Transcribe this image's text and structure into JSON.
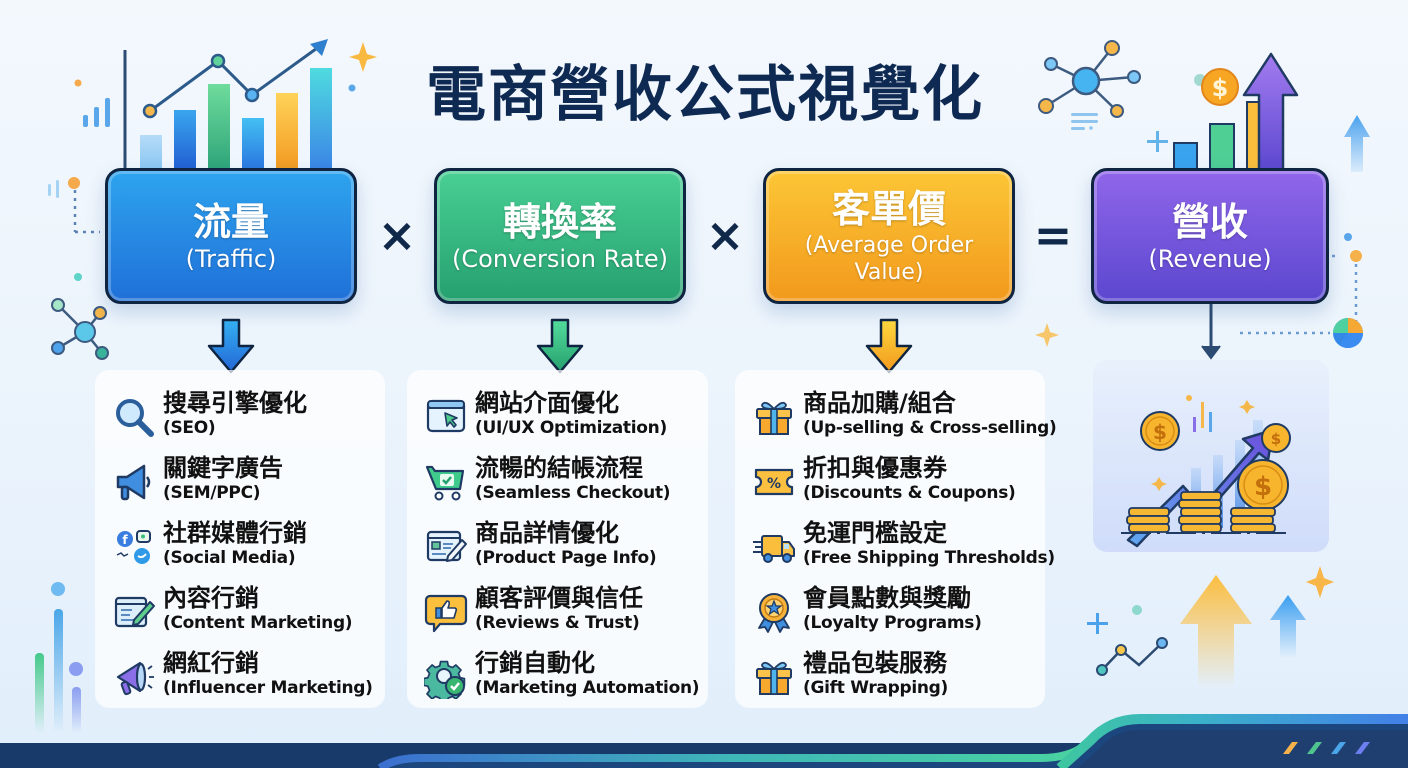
{
  "title": "電商營收公式視覺化",
  "formula": {
    "traffic": {
      "zh": "流量",
      "en": "(Traffic)",
      "color": "#1f70d8"
    },
    "op1": "×",
    "conversion": {
      "zh": "轉換率",
      "en": "(Conversion Rate)",
      "color": "#25a06f"
    },
    "op2": "×",
    "aov": {
      "zh": "客單價",
      "en_line1": "(Average Order",
      "en_line2": "Value)",
      "color": "#f2991c"
    },
    "op3": "=",
    "revenue": {
      "zh": "營收",
      "en": "(Revenue)",
      "color": "#5b47cf"
    }
  },
  "lists": {
    "traffic": [
      {
        "zh": "搜尋引擎優化",
        "en": "(SEO)",
        "icon": "magnifier-icon"
      },
      {
        "zh": "關鍵字廣告",
        "en": "(SEM/PPC)",
        "icon": "megaphone-icon"
      },
      {
        "zh": "社群媒體行銷",
        "en": "(Social Media)",
        "icon": "social-network-icon"
      },
      {
        "zh": "內容行銷",
        "en": "(Content Marketing)",
        "icon": "document-pencil-icon"
      },
      {
        "zh": "網紅行銷",
        "en": "(Influencer Marketing)",
        "icon": "megaphone-purple-icon"
      }
    ],
    "conversion": [
      {
        "zh": "網站介面優化",
        "en": "(UI/UX Optimization)",
        "icon": "browser-cursor-icon"
      },
      {
        "zh": "流暢的結帳流程",
        "en": "(Seamless Checkout)",
        "icon": "cart-check-icon"
      },
      {
        "zh": "商品詳情優化",
        "en": "(Product Page Info)",
        "icon": "page-edit-icon"
      },
      {
        "zh": "顧客評價與信任",
        "en": "(Reviews & Trust)",
        "icon": "thumbs-up-bubble-icon"
      },
      {
        "zh": "行銷自動化",
        "en": "(Marketing Automation)",
        "icon": "gear-check-icon"
      }
    ],
    "aov": [
      {
        "zh": "商品加購/組合",
        "en": "(Up-selling & Cross-selling)",
        "icon": "gift-icon"
      },
      {
        "zh": "折扣與優惠券",
        "en": "(Discounts & Coupons)",
        "icon": "coupon-percent-icon"
      },
      {
        "zh": "免運門檻設定",
        "en": "(Free Shipping Thresholds)",
        "icon": "delivery-truck-icon"
      },
      {
        "zh": "會員點數與獎勵",
        "en": "(Loyalty Programs)",
        "icon": "award-medal-icon"
      },
      {
        "zh": "禮品包裝服務",
        "en": "(Gift Wrapping)",
        "icon": "gift-icon"
      }
    ]
  },
  "colors": {
    "title": "#0f2a52",
    "blue": "#1f70d8",
    "green": "#25a06f",
    "orange": "#f2991c",
    "purple": "#5b47cf",
    "banner": "#15315e"
  },
  "coin_symbol": "$",
  "coupon_symbol": "%"
}
